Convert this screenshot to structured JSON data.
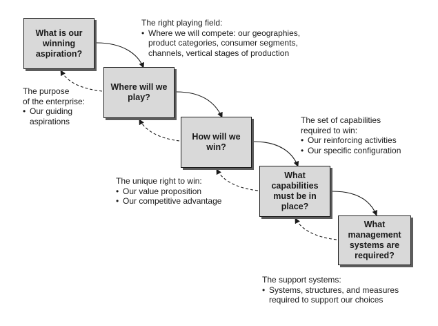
{
  "questions": [
    "What is our\nwinning\naspiration?",
    "Where will we\nplay?",
    "How will we\nwin?",
    "What\ncapabilities\nmust be in\nplace?",
    "What\nmanagement\nsystems are\nrequired?"
  ],
  "notes": {
    "playing_field": {
      "heading": "The right playing field:",
      "bullets": [
        "Where we will compete: our geographies,\nproduct categories, consumer segments,\nchannels, vertical stages of production"
      ]
    },
    "purpose": {
      "heading": "The purpose\nof the enterprise:",
      "bullets": [
        "Our guiding\naspirations"
      ]
    },
    "capabilities": {
      "heading": "The set of capabilities\nrequired to win:",
      "bullets": [
        "Our reinforcing activities",
        "Our specific configuration"
      ]
    },
    "unique_right": {
      "heading": "The unique right to win:",
      "bullets": [
        "Our value proposition",
        "Our competitive advantage"
      ]
    },
    "support": {
      "heading": "The support systems:",
      "bullets": [
        "Systems, structures, and measures\nrequired to support our choices"
      ]
    }
  }
}
